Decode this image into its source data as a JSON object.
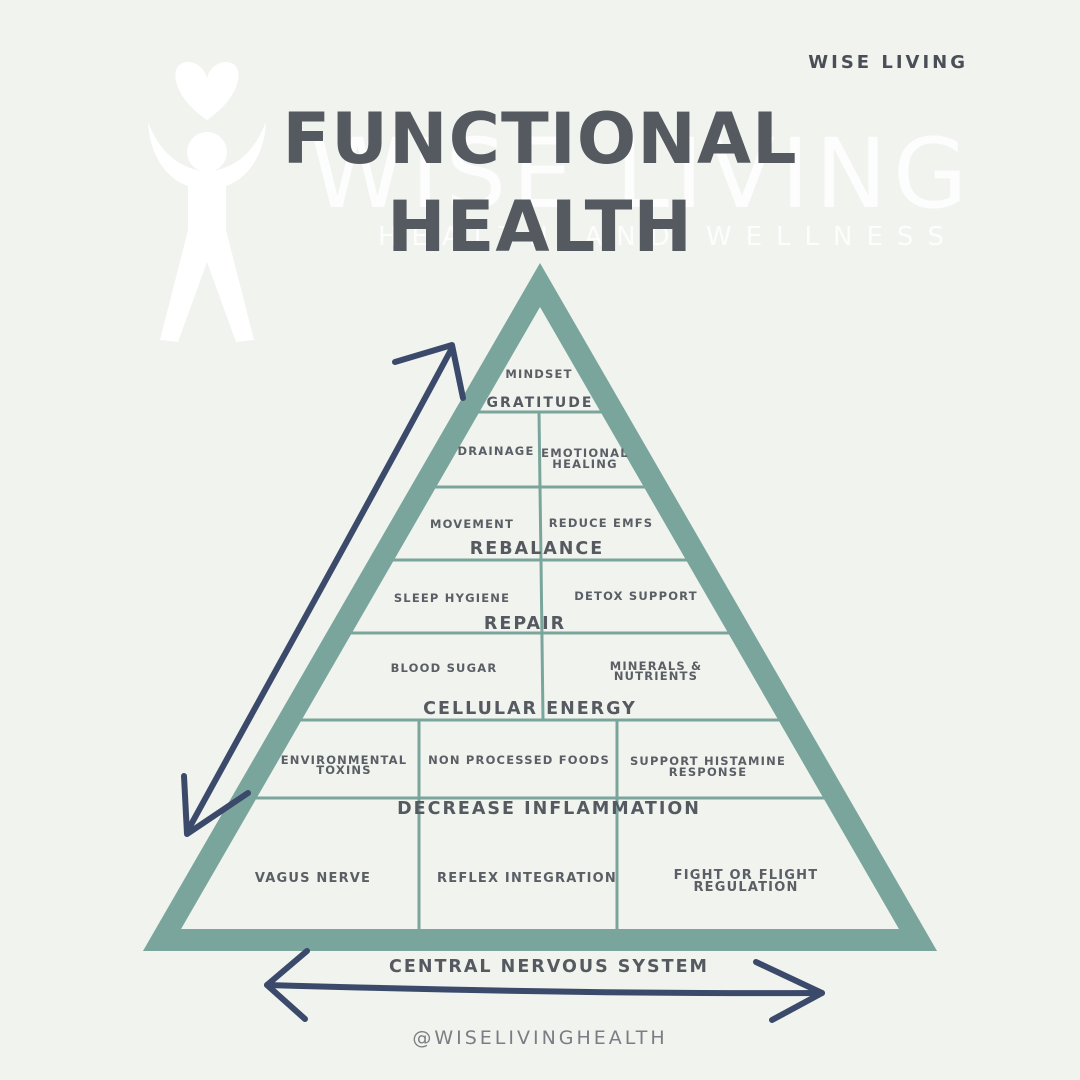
{
  "brand": "WISE LIVING",
  "watermark": {
    "word": "WISE LIVING",
    "subtitle": "HEALTH AND WELLNESS"
  },
  "title": {
    "line1": "FUNCTIONAL",
    "line2": "HEALTH"
  },
  "pyramid": {
    "tiers": {
      "top": {
        "sub": "MINDSET",
        "label": "GRATITUDE"
      },
      "drainage": "DRAINAGE",
      "emotional_healing": "EMOTIONAL HEALING",
      "movement": "MOVEMENT",
      "reduce_emfs": "REDUCE EMFS",
      "rebalance": "REBALANCE",
      "sleep_hygiene": "SLEEP HYGIENE",
      "detox_support": "DETOX SUPPORT",
      "repair": "REPAIR",
      "blood_sugar": "BLOOD SUGAR",
      "minerals_nutrients": "MINERALS & NUTRIENTS",
      "cellular_energy": "CELLULAR ENERGY",
      "environmental_toxins": "ENVIRONMENTAL TOXINS",
      "non_processed_foods": "NON PROCESSED FOODS",
      "support_histamine": "SUPPORT HISTAMINE RESPONSE",
      "decrease_inflammation": "DECREASE INFLAMMATION",
      "vagus_nerve": "VAGUS NERVE",
      "reflex_integration": "REFLEX INTEGRATION",
      "fight_or_flight": "FIGHT OR FLIGHT REGULATION"
    },
    "base_label": "CENTRAL NERVOUS SYSTEM"
  },
  "handle": "@WISELIVINGHEALTH",
  "colors": {
    "pyramid": "#7aa59c",
    "arrow": "#3b4a6b",
    "text": "#555a61",
    "background": "#f1f3ee"
  }
}
